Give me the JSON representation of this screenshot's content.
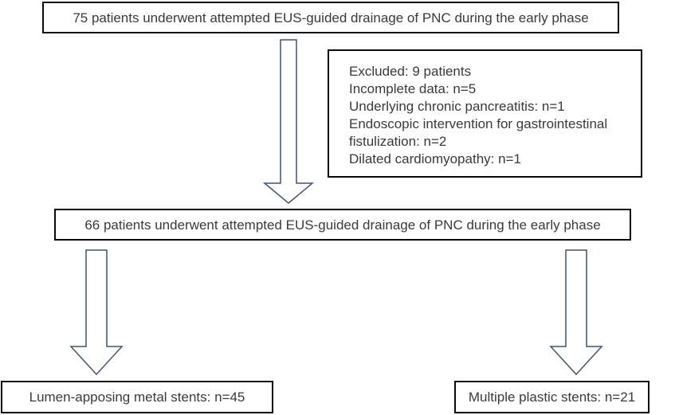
{
  "flowchart": {
    "top_box": {
      "text": "75 patients underwent attempted EUS-guided drainage of PNC during the early phase"
    },
    "excluded_box": {
      "lines": [
        "Excluded: 9 patients",
        "Incomplete data: n=5",
        "Underlying chronic pancreatitis: n=1",
        "Endoscopic intervention for gastrointestinal fistulization: n=2",
        "Dilated cardiomyopathy: n=1"
      ]
    },
    "middle_box": {
      "text": "66 patients underwent attempted EUS-guided drainage of PNC during the early phase"
    },
    "left_box": {
      "text": "Lumen-apposing metal stents: n=45"
    },
    "right_box": {
      "text": "Multiple plastic stents: n=21"
    },
    "colors": {
      "background": "#ffffff",
      "box_border": "#0a0a0a",
      "text": "#3a3a3a",
      "arrow_outline": "#44546a",
      "arrow_fill": "#ffffff"
    }
  }
}
